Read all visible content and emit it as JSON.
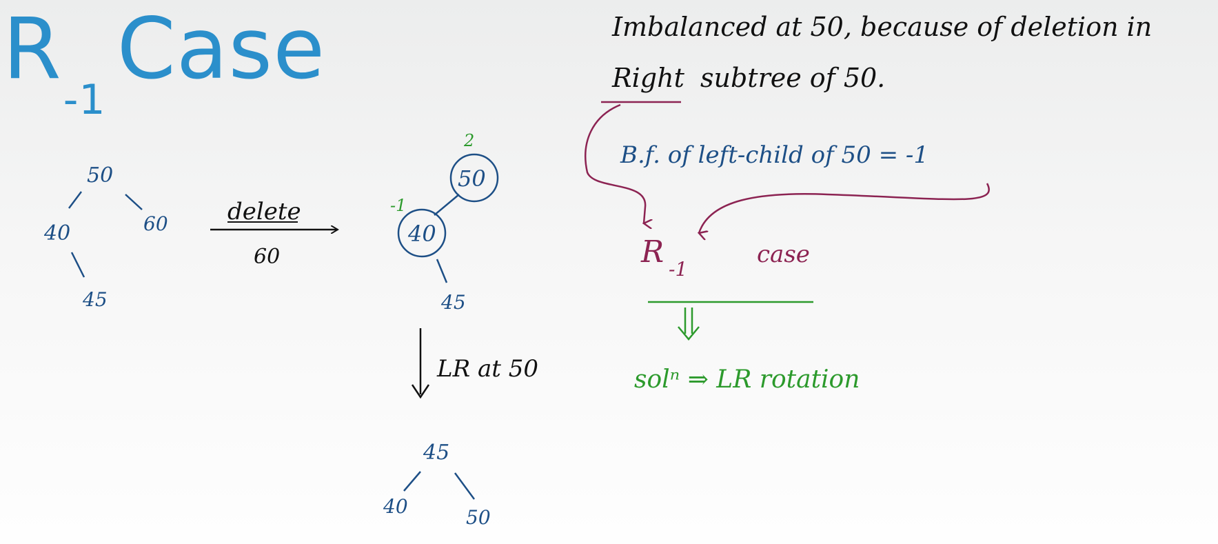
{
  "slide": {
    "title_main": "R",
    "title_sub": "-1",
    "title_rest": "Case"
  },
  "colors": {
    "title": "#2b8fcb",
    "tree_blue": "#1d4f86",
    "ink_black": "#111111",
    "maroon": "#8c2352",
    "green": "#2c9a2c"
  },
  "tree_before": {
    "nodes": [
      "50",
      "40",
      "60",
      "45"
    ]
  },
  "delete_arrow": {
    "label_top": "delete",
    "label_bottom": "60"
  },
  "tree_after": {
    "nodes": [
      "50",
      "40",
      "45"
    ],
    "bf_50": "2",
    "bf_40": "-1"
  },
  "rotation_arrow": {
    "label": "LR at 50"
  },
  "tree_result": {
    "nodes": [
      "45",
      "40",
      "50"
    ]
  },
  "notes": {
    "line1": "Imbalanced at 50, because of deletion in",
    "line2_underlined": "Right",
    "line2_rest": "subtree of 50.",
    "bf_note": "B.f. of left-child of 50 = -1",
    "case_main": "R",
    "case_sub": "-1",
    "case_word": "case",
    "solution": "solⁿ ⇒ LR rotation"
  }
}
